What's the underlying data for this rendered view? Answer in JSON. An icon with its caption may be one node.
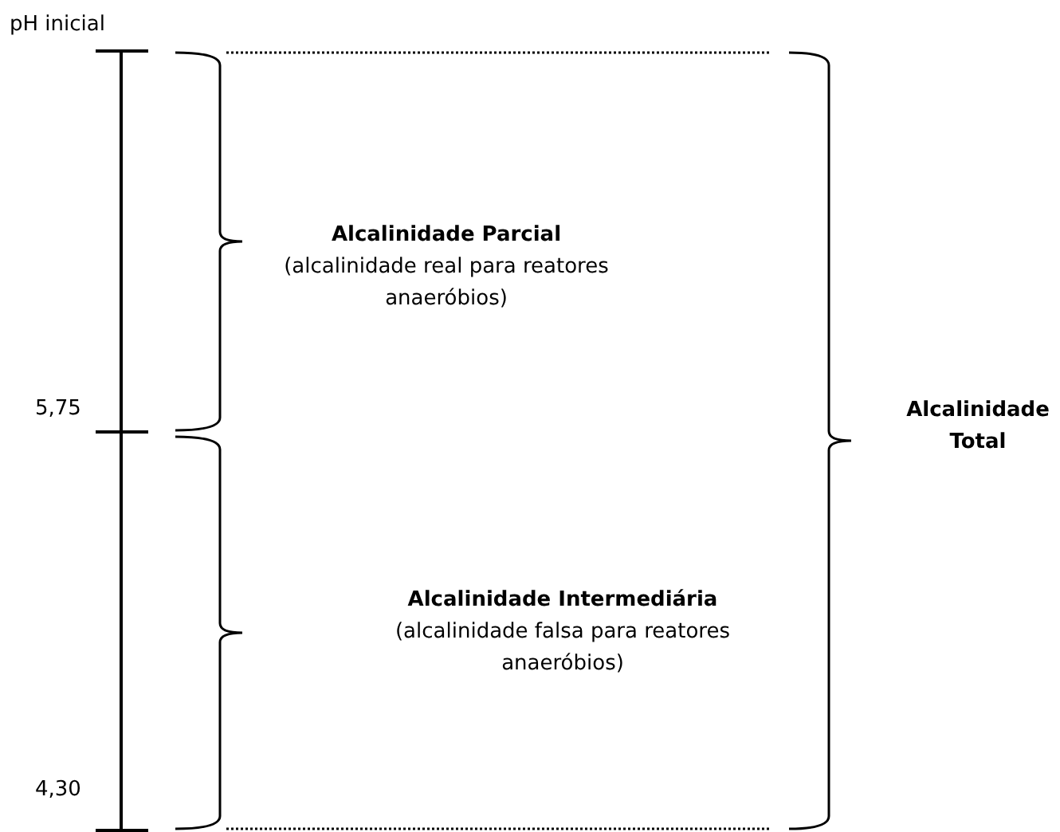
{
  "diagram": {
    "nodes": [
      {
        "text": [
          "Alcalinidade Parcial",
          "(alcalinidade real para reatores anaeróbios)"
        ]
      },
      {
        "text": [
          "Alcalinidade Intermediária",
          "(alcalinidade falsa para reatores anaeróbios)"
        ]
      },
      {
        "text": [
          "Alcalinidade Total"
        ]
      }
    ],
    "labels": [
      "pH inicial",
      "5,75",
      "4,30"
    ]
  }
}
